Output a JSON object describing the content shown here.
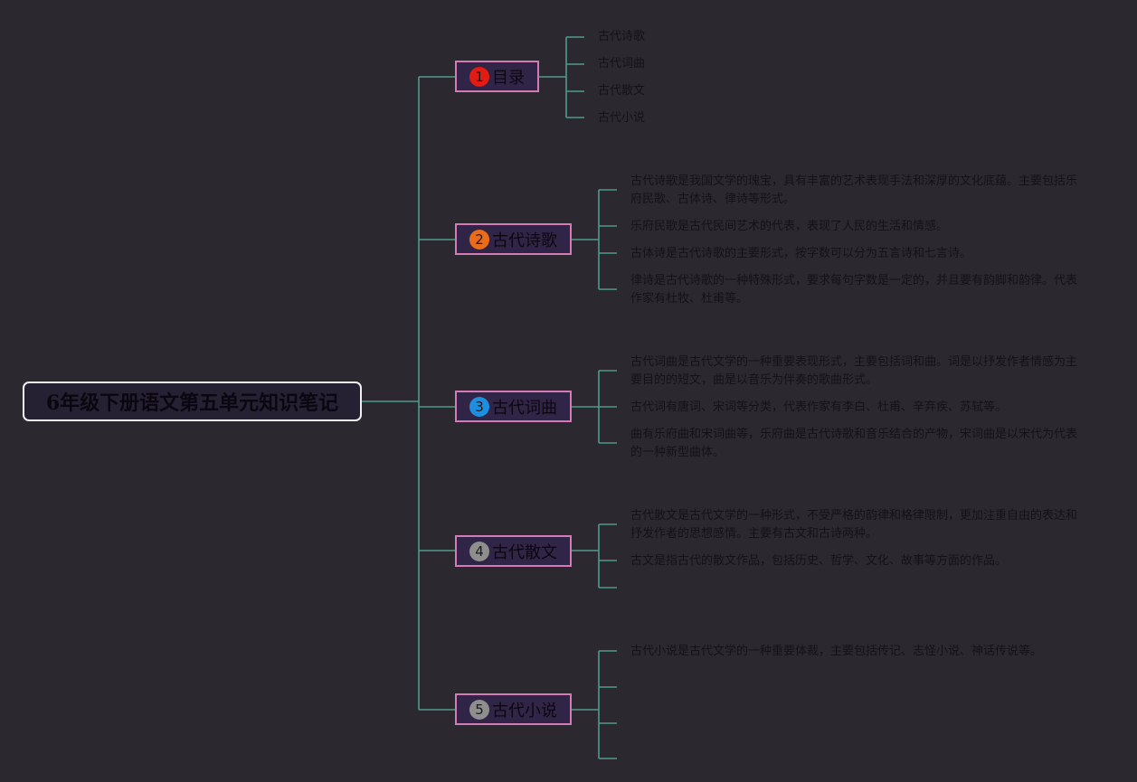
{
  "mindmap": {
    "root": "6年级下册语文第五单元知识笔记",
    "branches": [
      {
        "num": "1",
        "color": "#e31b13",
        "title": "目录",
        "children": [
          "古代诗歌",
          "古代词曲",
          "古代散文",
          "古代小说"
        ]
      },
      {
        "num": "2",
        "color": "#ea6b19",
        "title": "古代诗歌",
        "children": [
          "古代诗歌是我国文学的瑰宝，具有丰富的艺术表现手法和深厚的文化底蕴。主要包括乐府民歌、古体诗、律诗等形式。",
          "乐府民歌是古代民间艺术的代表，表现了人民的生活和情感。",
          "古体诗是古代诗歌的主要形式，按字数可以分为五言诗和七言诗。",
          "律诗是古代诗歌的一种特殊形式，要求每句字数是一定的，并且要有韵脚和韵律。代表作家有杜牧、杜甫等。"
        ]
      },
      {
        "num": "3",
        "color": "#1d8fe0",
        "title": "古代词曲",
        "children": [
          "古代词曲是古代文学的一种重要表现形式，主要包括词和曲。词是以抒发作者情感为主要目的的短文，曲是以音乐为伴奏的歌曲形式。",
          "古代词有唐词、宋词等分类，代表作家有李白、杜甫、辛弃疾、苏轼等。",
          "曲有乐府曲和宋词曲等，乐府曲是古代诗歌和音乐结合的产物，宋词曲是以宋代为代表的一种新型曲体。"
        ]
      },
      {
        "num": "4",
        "color": "#8e8e8e",
        "title": "古代散文",
        "children": [
          "古代散文是古代文学的一种形式，不受严格的韵律和格律限制，更加注重自由的表达和抒发作者的思想感情。主要有古文和古诗两种。",
          "古文是指古代的散文作品，包括历史、哲学、文化、故事等方面的作品。",
          ""
        ]
      },
      {
        "num": "5",
        "color": "#8e8e8e",
        "title": "古代小说",
        "children": [
          "古代小说是古代文学的一种重要体裁，主要包括传记、志怪小说、神话传说等。",
          "",
          "",
          ""
        ]
      }
    ]
  }
}
